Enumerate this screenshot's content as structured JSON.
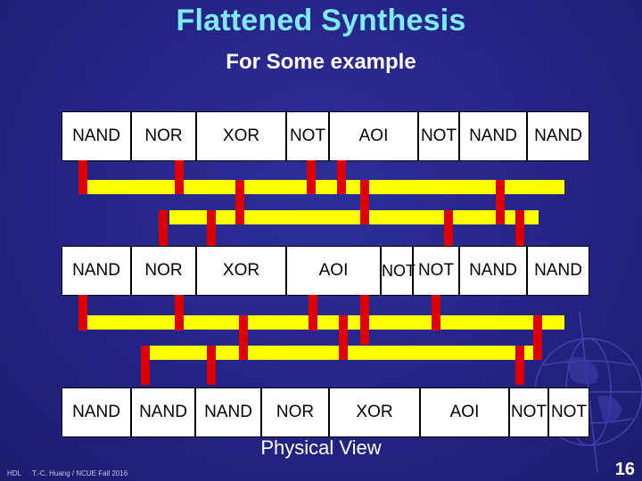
{
  "title": "Flattened Synthesis",
  "subtitle": "For Some example",
  "rows": [
    {
      "cells": [
        "NAND",
        "NOR",
        "XOR",
        "NOT",
        "AOI",
        "NOT",
        "NAND",
        "NAND"
      ]
    },
    {
      "cells": [
        "NAND",
        "NOR",
        "XOR",
        "AOI",
        "NOT",
        "NOT",
        "NAND",
        "NAND"
      ]
    },
    {
      "cells": [
        "NAND",
        "NAND",
        "NAND",
        "NOR",
        "XOR",
        "AOI",
        "NOT",
        "NOT"
      ]
    }
  ],
  "caption": "Physical View",
  "footer": {
    "left": "HDL",
    "author": "T.-C. Huang / NCUE  Fall 2016",
    "page": "16"
  },
  "colors": {
    "title": "#7fe9f4",
    "wire_bar": "#ffff00",
    "wire_stub": "#dd0000",
    "cell_bg": "#ffffff",
    "background": "#26268a"
  }
}
